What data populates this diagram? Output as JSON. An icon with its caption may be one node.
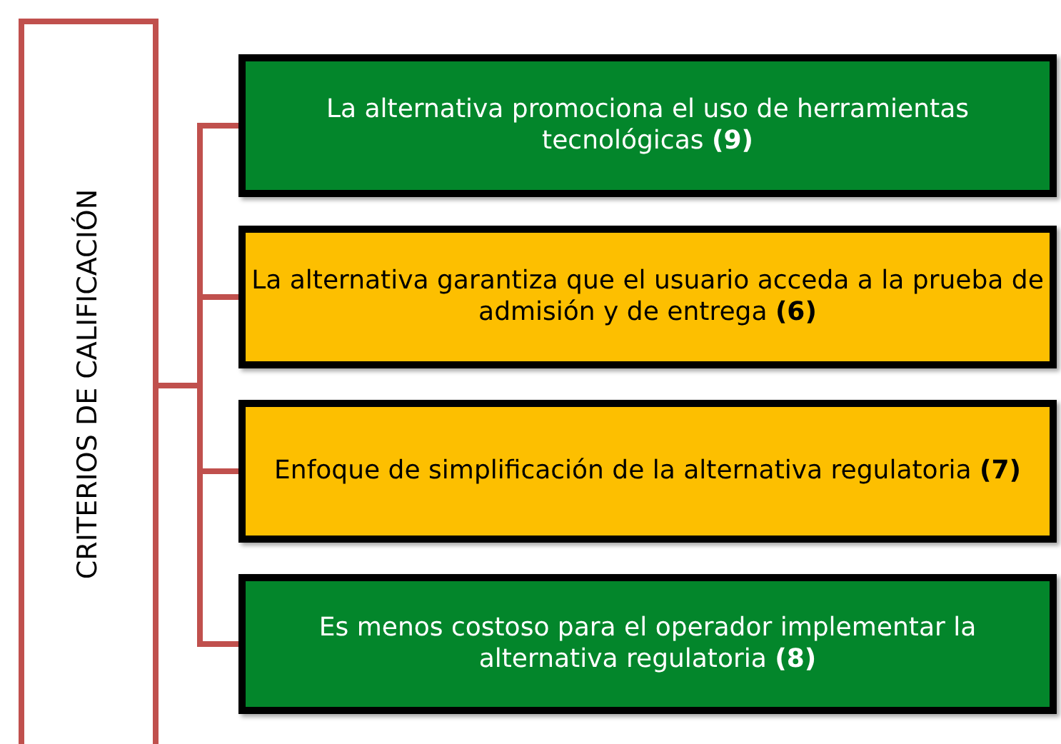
{
  "diagram": {
    "nodes": [
      {
        "text": [
          "CRITERIOS DE CALIFICACIÓN"
        ]
      },
      {
        "text": [
          "La alternativa promociona el uso de herramientas tecnológicas **(9)**"
        ]
      },
      {
        "text": [
          "La alternativa garantiza que el usuario acceda a la prueba de admisión y de entrega **(6)**"
        ]
      },
      {
        "text": [
          "Enfoque de simplificación de la alternativa regulatoria **(7)**"
        ]
      },
      {
        "text": [
          "Es menos costoso para el operador implementar la alternativa regulatoria **(8)**"
        ]
      }
    ],
    "edges": [
      {
        "from": 0,
        "to": 1,
        "arrow": "none"
      },
      {
        "from": 0,
        "to": 2,
        "arrow": "none"
      },
      {
        "from": 0,
        "to": 3,
        "arrow": "none"
      },
      {
        "from": 0,
        "to": 4,
        "arrow": "none"
      }
    ]
  }
}
